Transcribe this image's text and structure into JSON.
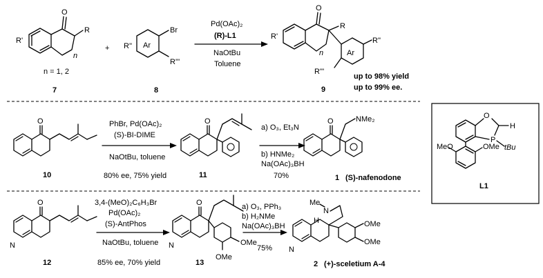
{
  "scheme1": {
    "sub1_R_prime": "R'",
    "sub1_R": "R",
    "sub1_n": "n",
    "sub1_caption": "n = 1, 2",
    "sub1_id": "7",
    "plus": "+",
    "sub2_Rpp": "R''",
    "sub2_Ar": "Ar",
    "sub2_Br": "Br",
    "sub2_Rppp": "R'''",
    "sub2_id": "8",
    "cond_line1": "Pd(OAc)₂",
    "cond_line2": "(R)-L1",
    "cond_line3": "NaOtBu",
    "cond_line4": "Toluene",
    "prod_R_prime": "R'",
    "prod_R": "R",
    "prod_n": "n",
    "prod_Ar": "Ar",
    "prod_Rpp": "R''",
    "prod_Rppp": "R'''",
    "prod_id": "9",
    "yield_text": "up to 98% yield",
    "ee_text": "up to 99% ee."
  },
  "scheme2": {
    "sm_id": "10",
    "cond_line1": "PhBr, Pd(OAc)₂",
    "cond_line2": "(S)-BI-DIME",
    "cond_line3": "NaOtBu, toluene",
    "result": "80% ee, 75% yield",
    "int_id": "11",
    "step_a": "a) O₃, Et₃N",
    "step_b": "b) HNMe₂",
    "step_c": "Na(OAc)₃BH",
    "step_yield": "70%",
    "amine_label": "NMe₂",
    "prod_id": "1",
    "prod_name": "(S)-nafenodone"
  },
  "scheme3": {
    "sm_id": "12",
    "sm_N": "N",
    "cond_line1": "3,4-(MeO)₂C₆H₃Br",
    "cond_line2": "Pd(OAc)₂",
    "cond_line3": "(S)-AntPhos",
    "cond_line4": "NaOtBu, toluene",
    "result": "85% ee,  70% yield",
    "int_id": "13",
    "int_N": "N",
    "int_OMe1": "OMe",
    "int_OMe2": "OMe",
    "step_a": "a) O₃, PPh₃",
    "step_b": "b) H₂NMe",
    "step_c": "Na(OAc)₃BH",
    "step_yield": "75%",
    "prod_Me": "Me",
    "prod_N": "N",
    "prod_H": "H",
    "prod_pyN": "N",
    "prod_OMe1": "OMe",
    "prod_OMe2": "OMe",
    "prod_id": "2",
    "prod_name": "(+)-sceletium A-4"
  },
  "ligand": {
    "O": "O",
    "H": "H",
    "P": "P",
    "tBu": "tBu",
    "MeO": "MeO",
    "OMe": "OMe",
    "label": "L1"
  }
}
